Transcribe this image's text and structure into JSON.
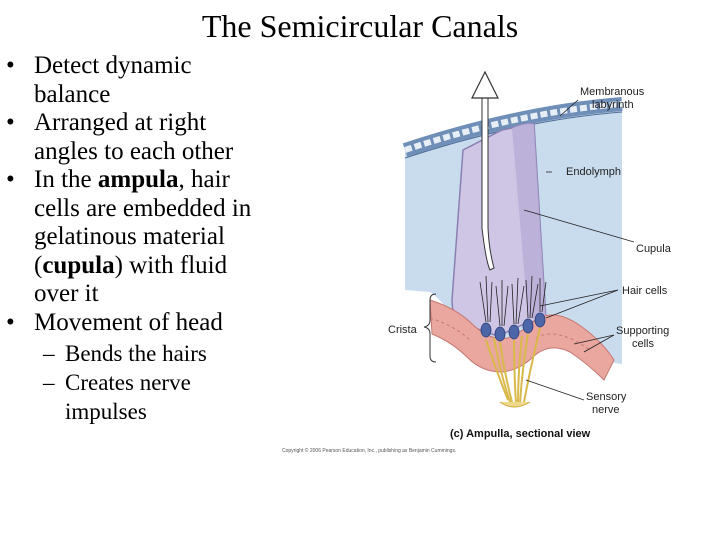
{
  "slide": {
    "title": "The Semicircular Canals",
    "bullets": [
      {
        "lines": [
          "Detect dynamic",
          "balance"
        ]
      },
      {
        "lines": [
          "Arranged at right",
          "angles to each other"
        ]
      },
      {
        "line1_pre": "In the ",
        "line1_bold": "ampula",
        "line1_post": ", hair",
        "line2": "cells are embedded in",
        "line3": "gelatinous material",
        "line4_pre": "(",
        "line4_bold": "cupula",
        "line4_post": ") with fluid",
        "line5": "over it"
      },
      {
        "lines": [
          "Movement of head"
        ]
      }
    ],
    "subbullets": [
      {
        "lines": [
          "Bends the hairs"
        ]
      },
      {
        "lines": [
          "Creates nerve",
          "impulses"
        ]
      }
    ],
    "bullet_glyph": "•",
    "dash_glyph": "–"
  },
  "figure": {
    "labels": {
      "membranous_1": "Membranous",
      "membranous_2": "labyrinth",
      "endolymph": "Endolymph",
      "cupula": "Cupula",
      "hair_cells": "Hair cells",
      "crista": "Crista",
      "supporting_1": "Supporting",
      "supporting_2": "cells",
      "sensory_1": "Sensory",
      "sensory_2": "nerve",
      "caption": "(c) Ampulla, sectional view",
      "copyright": "Copyright © 2006 Pearson Education, Inc., publishing as Benjamin Cummings."
    },
    "colors": {
      "endolymph": "#c9dcee",
      "cupula": "#cfc6e6",
      "epithelium": "#e9a7a0",
      "nerve": "#efd98a",
      "membrane": "#6f8fb8"
    }
  }
}
